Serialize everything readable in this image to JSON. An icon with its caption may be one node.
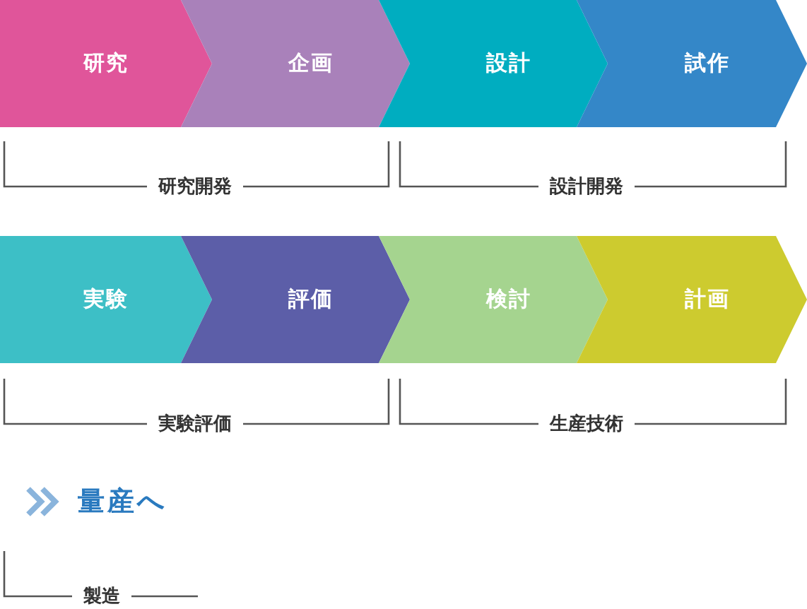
{
  "diagram": {
    "nodes": [
      {
        "text": [
          "研究"
        ]
      },
      {
        "text": [
          "企画"
        ]
      },
      {
        "text": [
          "設計"
        ]
      },
      {
        "text": [
          "試作"
        ]
      },
      {
        "text": [
          "実験"
        ]
      },
      {
        "text": [
          "評価"
        ]
      },
      {
        "text": [
          "検討"
        ]
      },
      {
        "text": [
          "計画"
        ]
      }
    ],
    "labels": [
      "研究開発",
      "設計開発",
      "実験評価",
      "生産技術",
      "量産へ",
      "製造"
    ]
  }
}
